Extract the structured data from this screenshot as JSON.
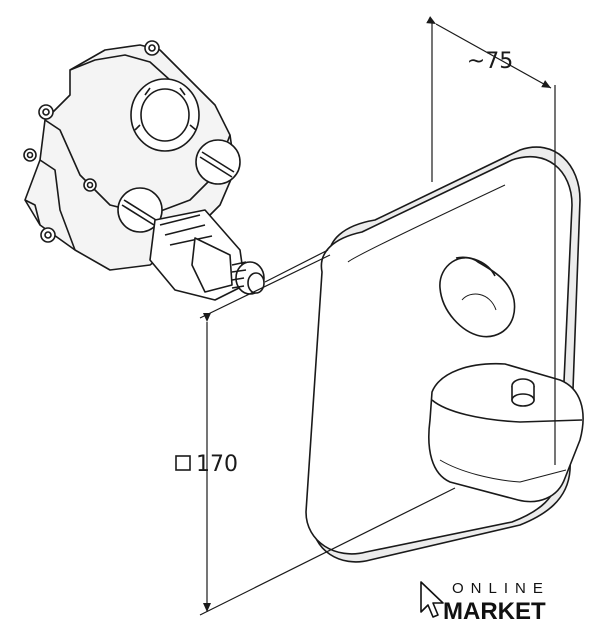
{
  "dimensions": {
    "depth_label": "~75",
    "size_label": "170",
    "size_symbol": "square-symbol"
  },
  "logo": {
    "line1": "ONLINE",
    "line2": "MARKET",
    "icon": "cursor-arrow-icon"
  },
  "colors": {
    "line": "#1a1a1a",
    "fill": "#ffffff",
    "shade": "#e8e8e8"
  }
}
